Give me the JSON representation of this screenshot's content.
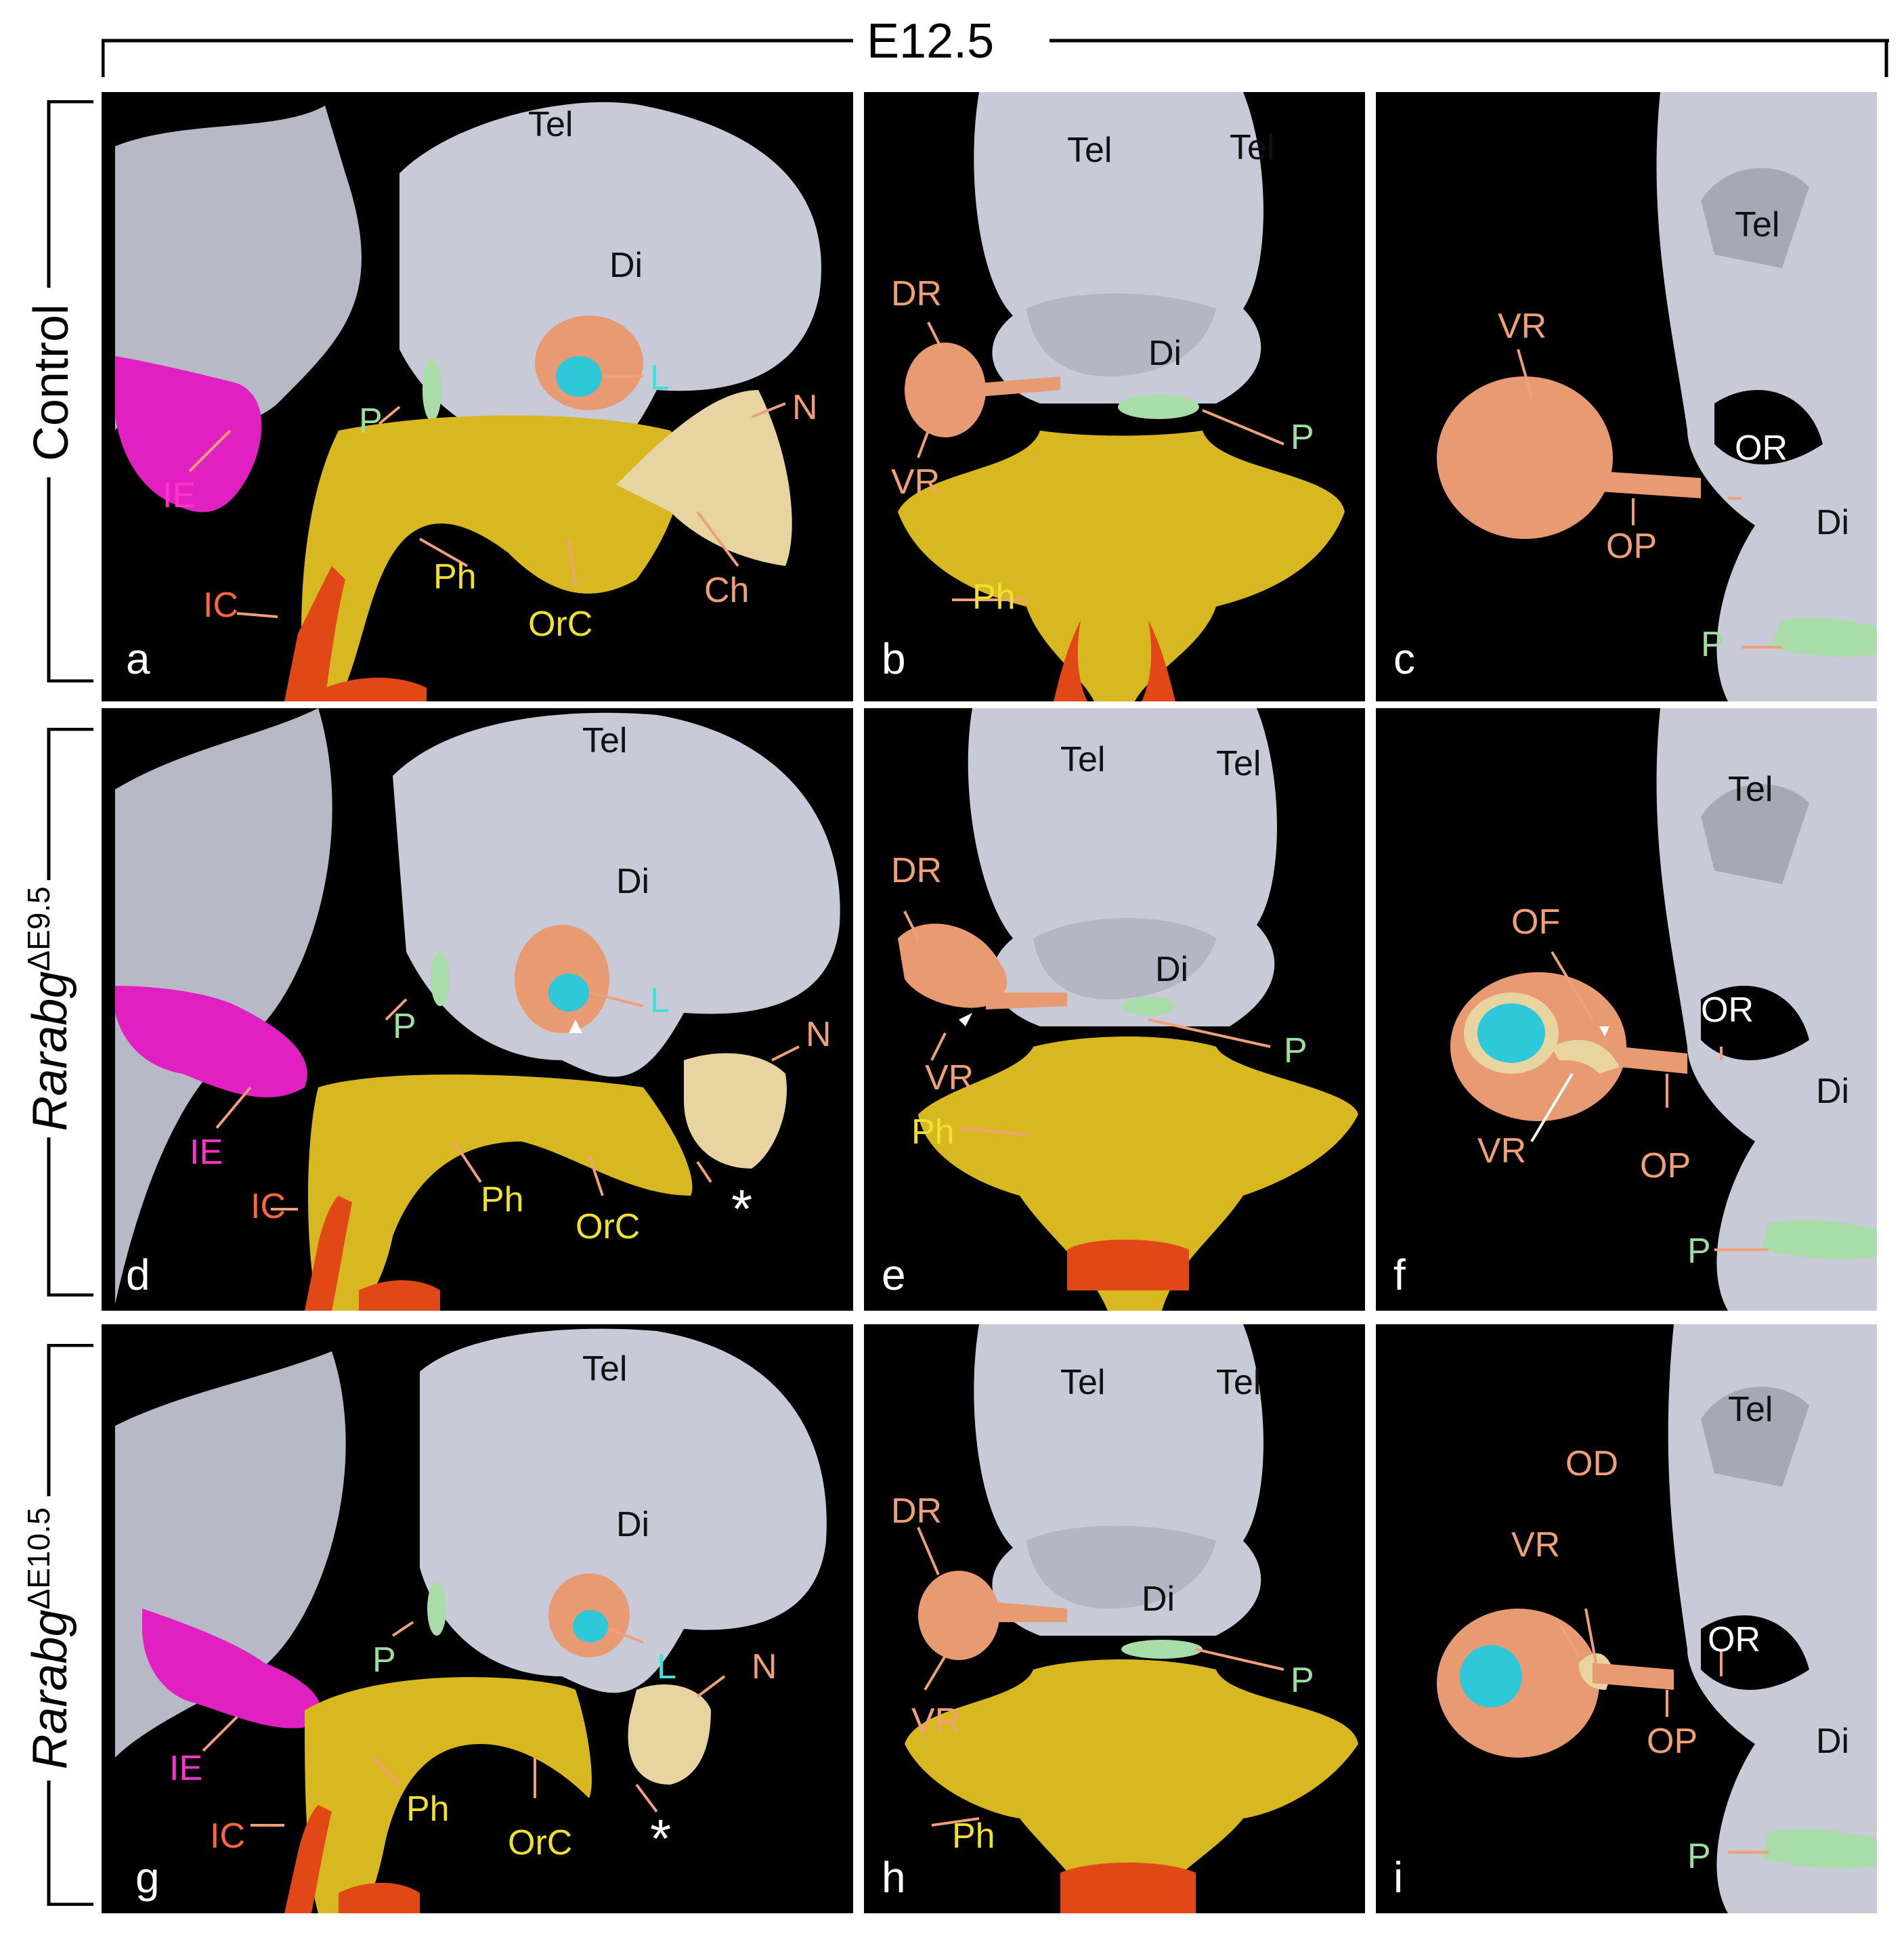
{
  "header": {
    "title": "E12.5"
  },
  "rows": [
    {
      "label": "Control",
      "label_italic": false
    },
    {
      "label_base": "Rarabg",
      "label_sup": "ΔE9.5",
      "label_italic": true
    },
    {
      "label_base": "Rarabg",
      "label_sup": "ΔE10.5",
      "label_italic": true
    }
  ],
  "panels": {
    "a": {
      "letter": "a",
      "labels": {
        "tel": "Tel",
        "di": "Di",
        "p": "P",
        "l": "L",
        "n": "N",
        "ie": "IE",
        "ph": "Ph",
        "orc": "OrC",
        "ch": "Ch",
        "ic": "IC"
      }
    },
    "b": {
      "letter": "b",
      "labels": {
        "tel1": "Tel",
        "tel2": "Tel",
        "dr": "DR",
        "di": "Di",
        "vr": "VR",
        "p": "P",
        "ph": "Ph"
      }
    },
    "c": {
      "letter": "c",
      "labels": {
        "tel": "Tel",
        "vr": "VR",
        "or": "OR",
        "op": "OP",
        "di": "Di",
        "p": "P"
      }
    },
    "d": {
      "letter": "d",
      "labels": {
        "tel": "Tel",
        "di": "Di",
        "p": "P",
        "l": "L",
        "n": "N",
        "ie": "IE",
        "ph": "Ph",
        "orc": "OrC",
        "ic": "IC",
        "star": "*"
      }
    },
    "e": {
      "letter": "e",
      "labels": {
        "tel1": "Tel",
        "tel2": "Tel",
        "dr": "DR",
        "di": "Di",
        "vr": "VR",
        "p": "P",
        "ph": "Ph"
      }
    },
    "f": {
      "letter": "f",
      "labels": {
        "tel": "Tel",
        "of": "OF",
        "or": "OR",
        "di": "Di",
        "vr": "VR",
        "op": "OP",
        "p": "P"
      }
    },
    "g": {
      "letter": "g",
      "labels": {
        "tel": "Tel",
        "di": "Di",
        "p": "P",
        "l": "L",
        "n": "N",
        "ie": "IE",
        "ph": "Ph",
        "orc": "OrC",
        "ic": "IC",
        "star": "*"
      }
    },
    "h": {
      "letter": "h",
      "labels": {
        "tel1": "Tel",
        "tel2": "Tel",
        "dr": "DR",
        "di": "Di",
        "vr": "VR",
        "p": "P",
        "ph": "Ph"
      }
    },
    "i": {
      "letter": "i",
      "labels": {
        "tel": "Tel",
        "od": "OD",
        "vr": "VR",
        "or": "OR",
        "op": "OP",
        "di": "Di",
        "p": "P"
      }
    }
  },
  "colors": {
    "brain": "#c8cad8",
    "eye": "#e89a72",
    "lens": "#2ec8d8",
    "pharynx": "#d8b820",
    "nasal": "#e8d4a0",
    "inner_ear": "#e020c0",
    "pituitary": "#a8dca8",
    "artery": "#e04818"
  }
}
